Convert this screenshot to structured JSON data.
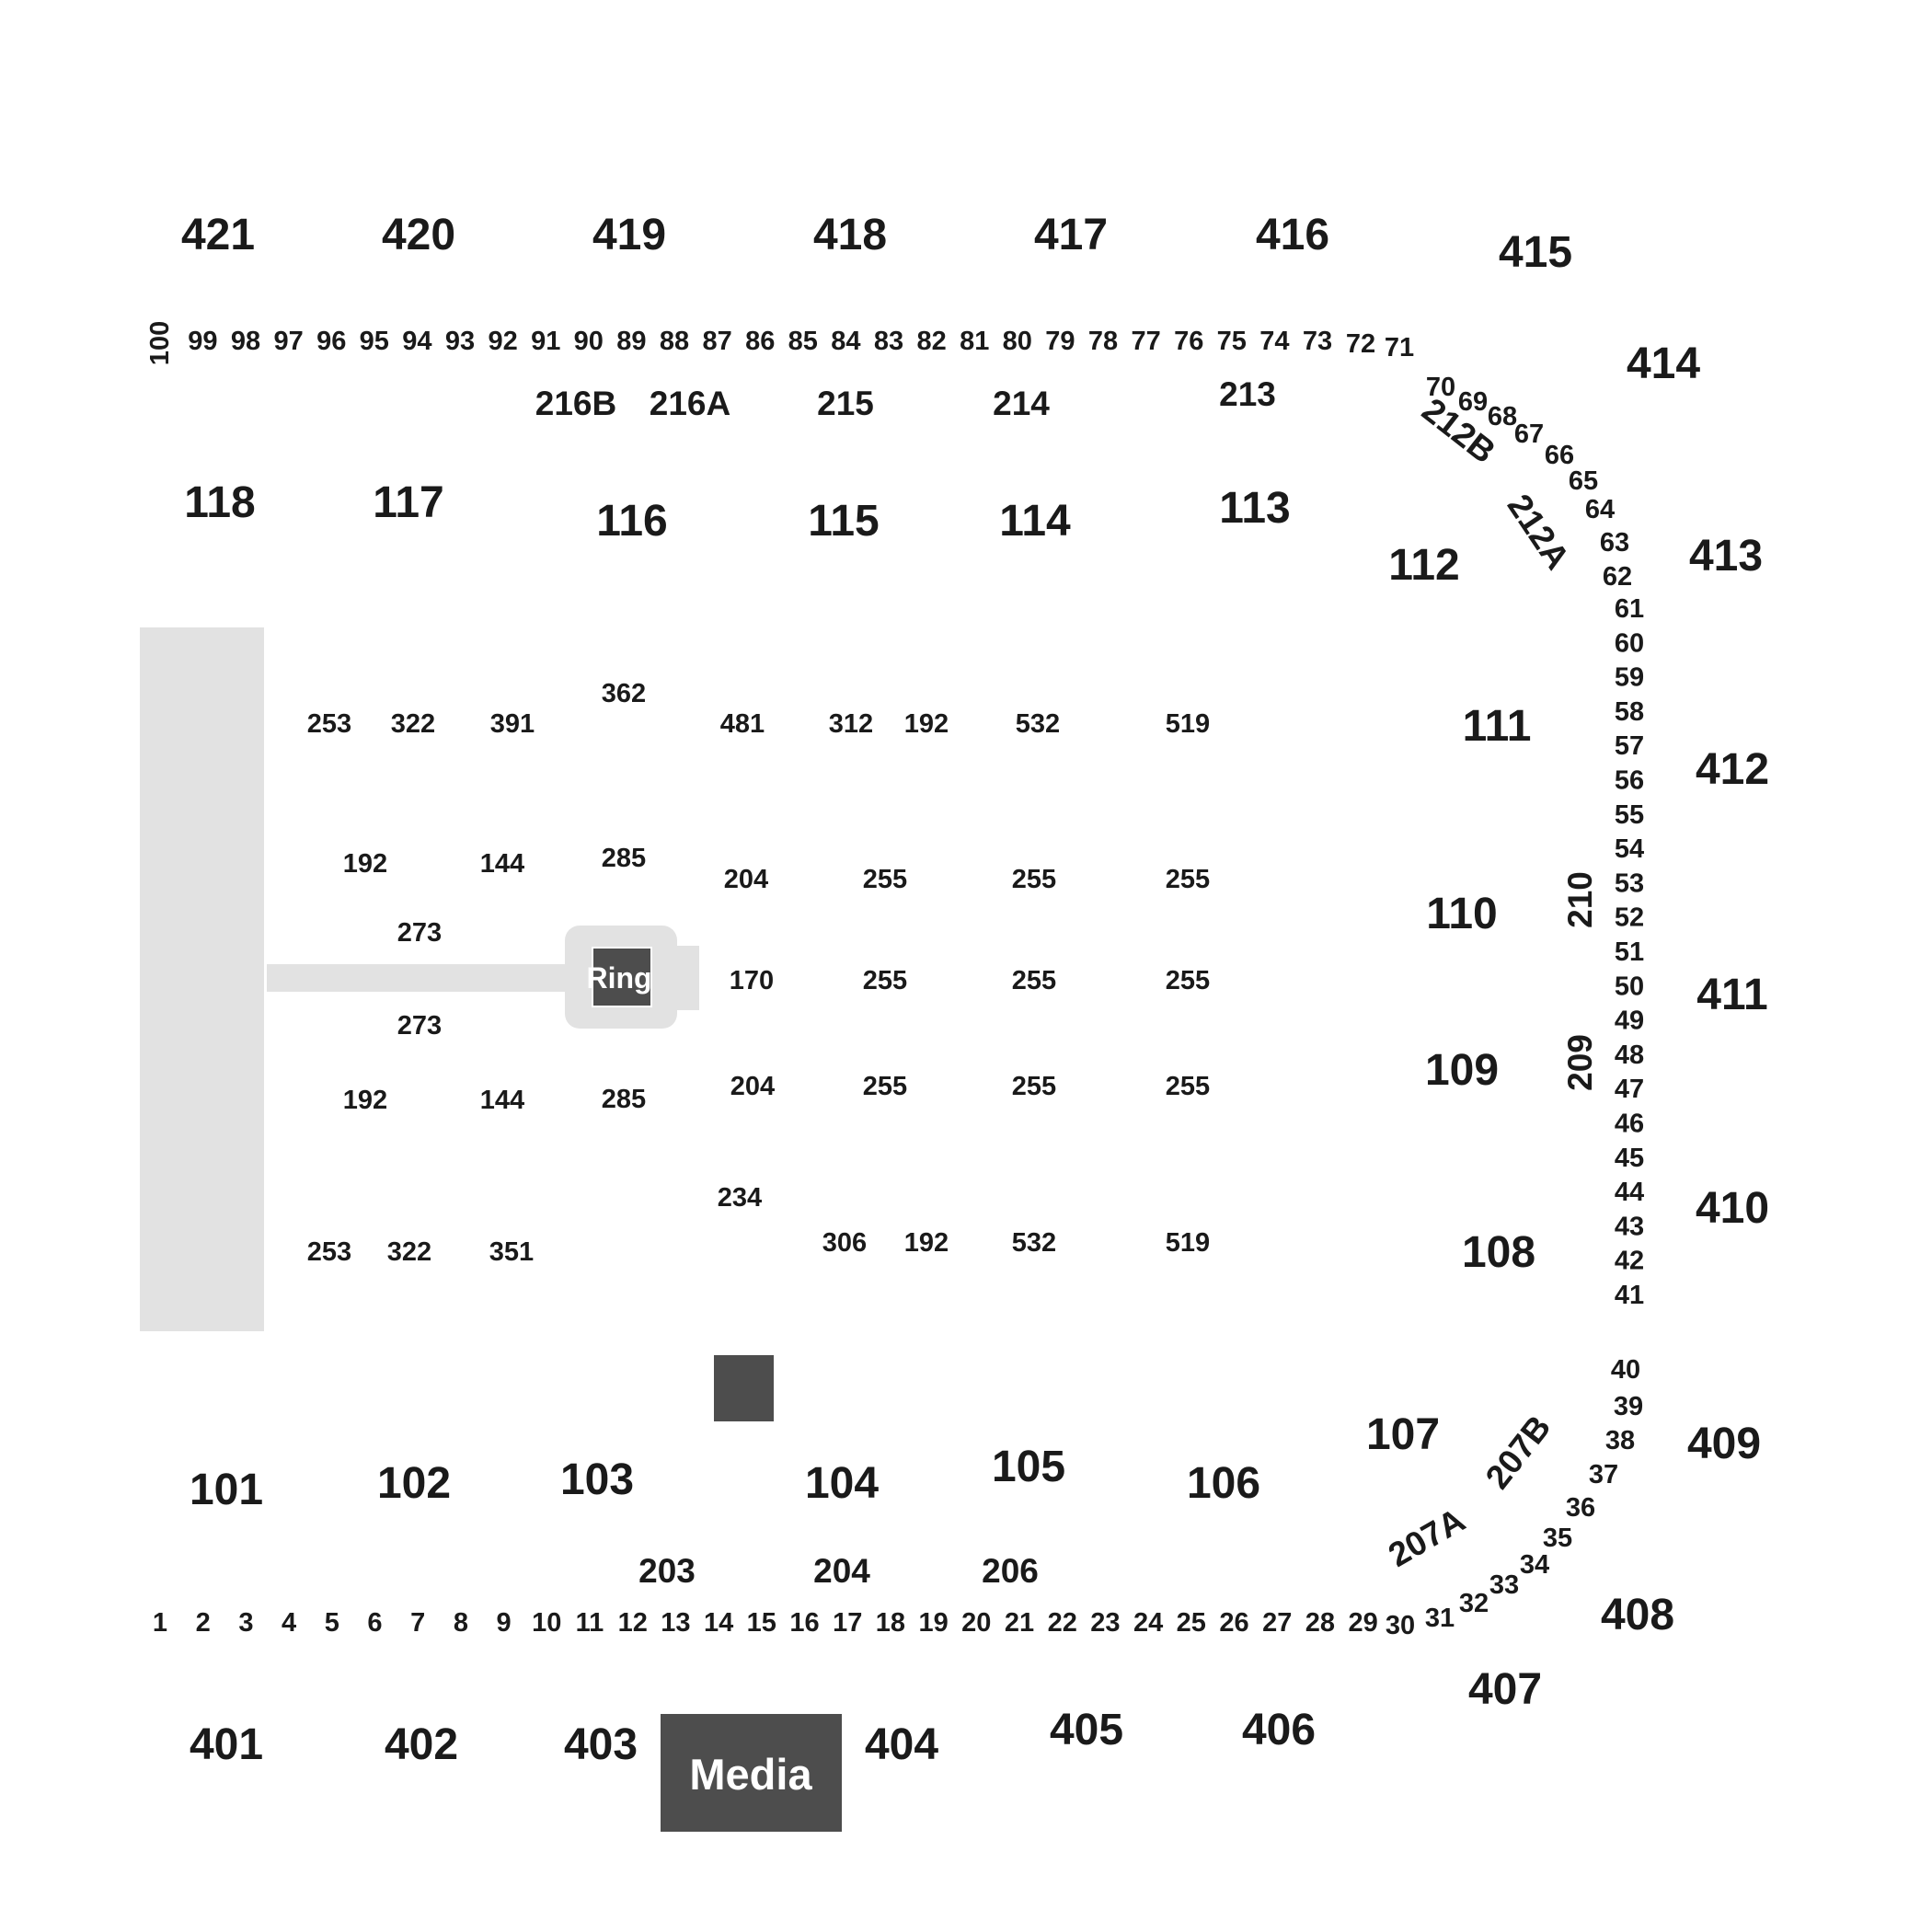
{
  "labels": {
    "ring": "Ring",
    "media": "Media"
  },
  "upper_top": [
    "421",
    "420",
    "419",
    "418",
    "417",
    "416",
    "415",
    "414",
    "413"
  ],
  "upper_right": [
    "412",
    "411",
    "410",
    "409",
    "408",
    "407"
  ],
  "upper_bottom": [
    "401",
    "402",
    "403",
    "404",
    "405",
    "406"
  ],
  "lower_top": [
    "118",
    "117",
    "116",
    "115",
    "114",
    "113",
    "112"
  ],
  "lower_right": [
    "111",
    "110",
    "109",
    "108",
    "107"
  ],
  "lower_bottom": [
    "101",
    "102",
    "103",
    "104",
    "105",
    "106"
  ],
  "mid_sections": [
    "216B",
    "216A",
    "215",
    "214",
    "213",
    "212B",
    "212A",
    "210",
    "209",
    "207B",
    "207A",
    "203",
    "204",
    "206"
  ],
  "floor_sections": [
    "253",
    "322",
    "391",
    "362",
    "481",
    "312",
    "192",
    "532",
    "519",
    "192",
    "144",
    "285",
    "204",
    "255",
    "255",
    "255",
    "273",
    "170",
    "255",
    "255",
    "255",
    "273",
    "192",
    "144",
    "285",
    "204",
    "255",
    "255",
    "255",
    "234",
    "253",
    "322",
    "351",
    "306",
    "192",
    "532",
    "519"
  ],
  "rows_bottom": [
    "1",
    "2",
    "3",
    "4",
    "5",
    "6",
    "7",
    "8",
    "9",
    "10",
    "11",
    "12",
    "13",
    "14",
    "15",
    "16",
    "17",
    "18",
    "19",
    "20",
    "21",
    "22",
    "23",
    "24",
    "25",
    "26",
    "27",
    "28",
    "29",
    "30",
    "31",
    "32",
    "33",
    "34",
    "35",
    "36",
    "37",
    "38",
    "39",
    "40"
  ],
  "rows_right": [
    "41",
    "42",
    "43",
    "44",
    "45",
    "46",
    "47",
    "48",
    "49",
    "50",
    "51",
    "52",
    "53",
    "54",
    "55",
    "56",
    "57",
    "58",
    "59",
    "60",
    "61",
    "62",
    "63",
    "64",
    "65",
    "66",
    "67",
    "68",
    "69",
    "70"
  ],
  "rows_top": [
    "71",
    "72",
    "73",
    "74",
    "75",
    "76",
    "77",
    "78",
    "79",
    "80",
    "81",
    "82",
    "83",
    "84",
    "85",
    "86",
    "87",
    "88",
    "89",
    "90",
    "91",
    "92",
    "93",
    "94",
    "95",
    "96",
    "97",
    "98",
    "99",
    "100"
  ],
  "colors": {
    "stage": "#e2e2e2",
    "ring_platform": "#e2e2e2",
    "ring": "#4d4d4d",
    "media": "#4d4d4d",
    "camera": "#4d4d4d",
    "text": "#1a1a1a",
    "background": "#ffffff"
  }
}
